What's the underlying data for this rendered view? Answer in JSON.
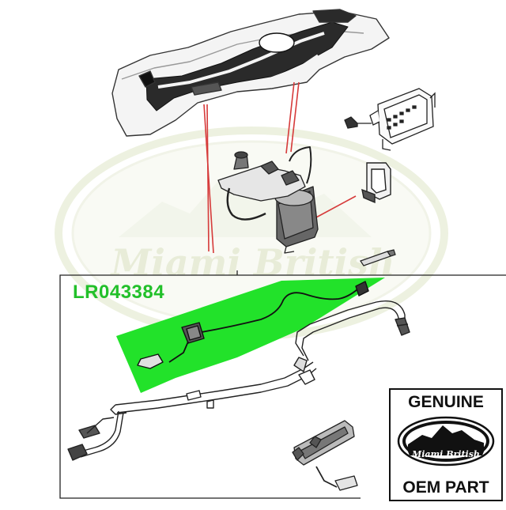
{
  "part_number": "LR043384",
  "watermark": {
    "text": "Miami British",
    "color": "#e8ecd8"
  },
  "badge": {
    "top_text": "GENUINE",
    "brand": "Miami British",
    "bottom_text": "OEM PART"
  },
  "colors": {
    "highlight": "#22e22a",
    "part_number": "#22c02a",
    "leader_lines": "#d63a3a",
    "linework": "#222222"
  }
}
